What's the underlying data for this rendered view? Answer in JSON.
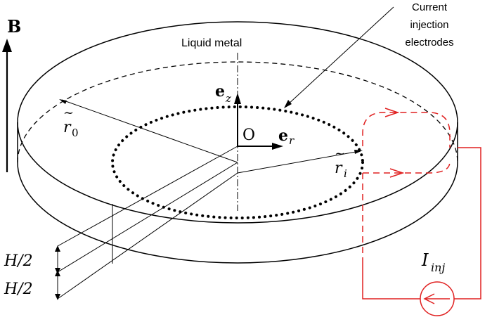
{
  "labels": {
    "field": "B",
    "liquid": "Liquid metal",
    "electrodes_line1": "Current",
    "electrodes_line2": "injection",
    "electrodes_line3": "electrodes",
    "ez": "e",
    "ez_sub": "z",
    "er": "e",
    "er_sub": "r",
    "origin": "O",
    "r0": "r",
    "r0_tilde": "~",
    "r0_sub": "0",
    "ri": "r",
    "ri_tilde": "~",
    "ri_sub": "i",
    "half_top": "H/2",
    "half_bottom": "H/2",
    "current": "I",
    "current_sub": "inj"
  },
  "colors": {
    "ink": "#000000",
    "circuit": "#e02020"
  }
}
